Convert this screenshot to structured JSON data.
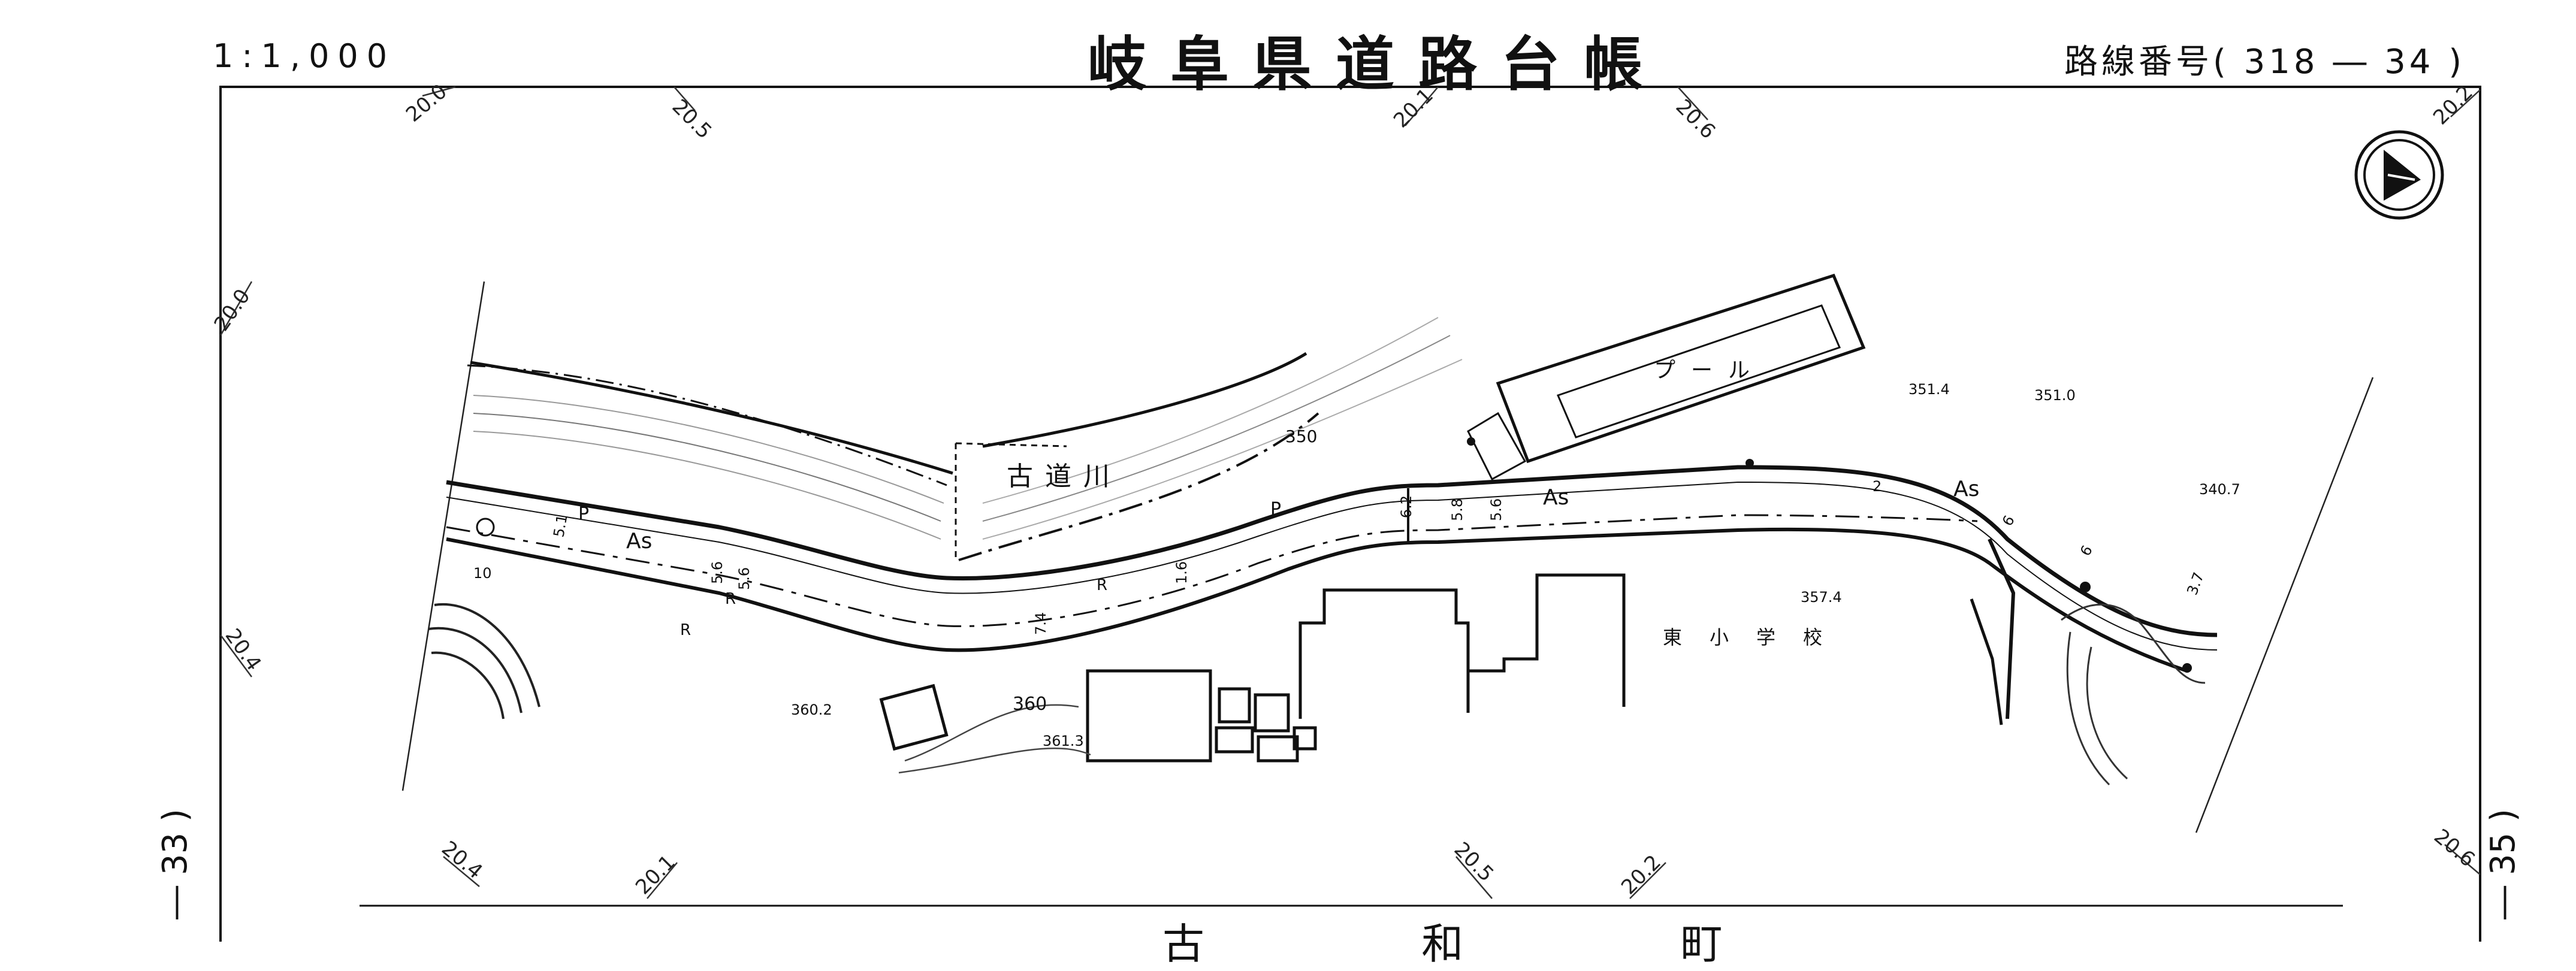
{
  "header": {
    "scale": "1:1,000",
    "title": "岐阜県道路台帳",
    "route_number": "路線番号( 318 ― 34 )"
  },
  "side_refs": {
    "left": "― 33 )",
    "right": "― 35 )"
  },
  "footer": {
    "town_name": "古 和 町"
  },
  "map": {
    "river_label": "古道川",
    "pool_label": "プール",
    "school_label": "東小学校",
    "road_surface_labels": [
      "As",
      "As",
      "As"
    ],
    "pole_labels": [
      "P",
      "P"
    ],
    "r_labels": [
      "R",
      "R",
      "R"
    ],
    "elevations": [
      "351.4",
      "351.0",
      "340.7",
      "357.4",
      "360.2",
      "361.3"
    ],
    "contour_labels": [
      "350",
      "360"
    ],
    "road_widths": [
      "5.1",
      "10",
      "5.6",
      "5.6",
      "7.4",
      "1.6",
      "6.2",
      "5.8",
      "5.6",
      "2",
      "6",
      "6",
      "3.7"
    ],
    "grid_labels": [
      "20.0",
      "20.5",
      "20.1",
      "20.6",
      "20.2",
      "20.0",
      "20.4",
      "20.4",
      "20.1",
      "20.5",
      "20.2",
      "20.6"
    ],
    "north_arrow_icon": "north-arrow-icon"
  }
}
